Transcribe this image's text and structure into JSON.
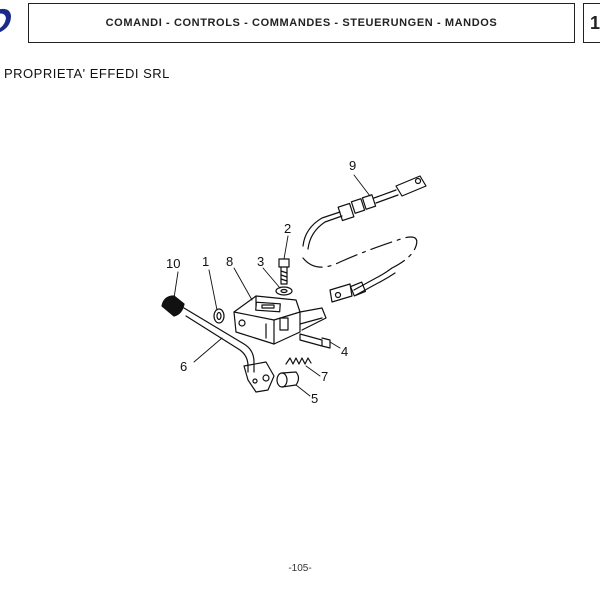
{
  "header": {
    "title": "COMANDI - CONTROLS - COMMANDES - STEUERUNGEN - MANDOS",
    "page_tab": "1"
  },
  "owner_text": "PROPRIETA' EFFEDI SRL",
  "diagram": {
    "callouts": [
      "1",
      "2",
      "3",
      "4",
      "5",
      "6",
      "7",
      "8",
      "9",
      "10"
    ]
  },
  "footer": {
    "page_number": "-105-"
  },
  "colors": {
    "logo": "#1b2a8a",
    "line": "#111111"
  }
}
